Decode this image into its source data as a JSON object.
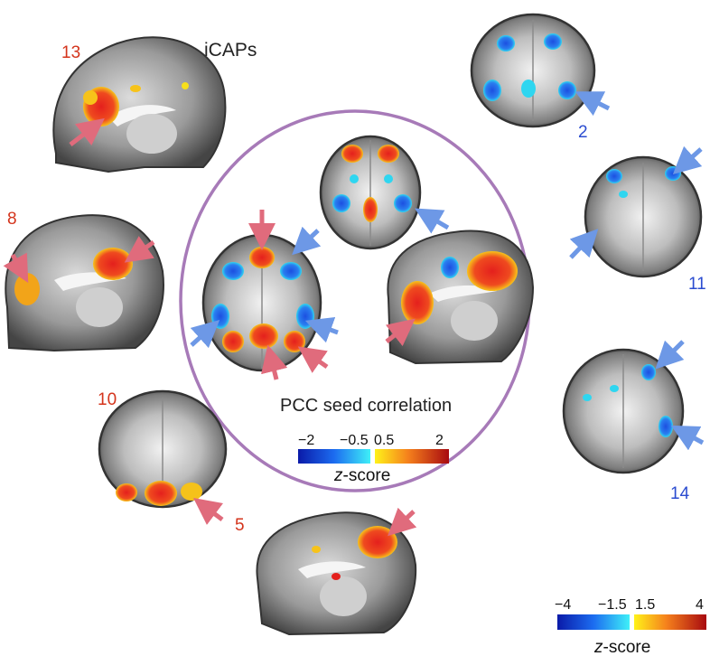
{
  "figure": {
    "title": "iCAPs",
    "center_label": "PCC seed correlation"
  },
  "panels": [
    {
      "id": "icap-13",
      "number": "13",
      "number_color": "#d4341c"
    },
    {
      "id": "icap-8",
      "number": "8",
      "number_color": "#d4341c"
    },
    {
      "id": "icap-10",
      "number": "10",
      "number_color": "#d4341c"
    },
    {
      "id": "icap-5",
      "number": "5",
      "number_color": "#d4341c"
    },
    {
      "id": "icap-2",
      "number": "2",
      "number_color": "#2b4cd0"
    },
    {
      "id": "icap-11",
      "number": "11",
      "number_color": "#2b4cd0"
    },
    {
      "id": "icap-14",
      "number": "14",
      "number_color": "#2b4cd0"
    }
  ],
  "colorbar_inner": {
    "neg_min": "−2",
    "neg_max": "−0.5",
    "pos_min": "0.5",
    "pos_max": "2",
    "label_italic": "z",
    "label_rest": "-score"
  },
  "colorbar_outer": {
    "neg_min": "−4",
    "neg_max": "−1.5",
    "pos_min": "1.5",
    "pos_max": "4",
    "label_italic": "z",
    "label_rest": "-score"
  },
  "colors": {
    "circle": "#a77ab8",
    "arrow_red": "#e06b7c",
    "arrow_blue": "#6d98e6",
    "activation_hot": "#e4201d",
    "activation_warm": "#f7c31a",
    "activation_cool": "#1c63e8",
    "activation_cyan": "#2fd6f0"
  }
}
